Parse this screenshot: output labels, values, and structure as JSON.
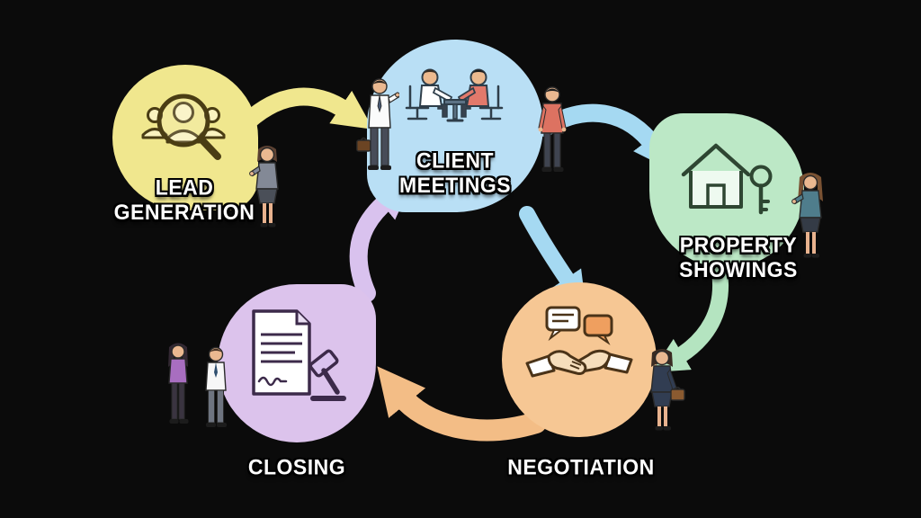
{
  "diagram_type": "real-estate-workflow-cycle",
  "background_color": "#0b0b0b",
  "label_text_color": "#ffffff",
  "nodes": [
    {
      "id": "lead-generation",
      "label": "LEAD\nGENERATION",
      "color": "#f0e78e",
      "icon": "people-search-icon"
    },
    {
      "id": "client-meetings",
      "label": "CLIENT\nMEETINGS",
      "color": "#b9dff5",
      "icon": "meeting-table-icon"
    },
    {
      "id": "property-showings",
      "label": "PROPERTY\nSHOWINGS",
      "color": "#bce8c6",
      "icon": "house-key-icon"
    },
    {
      "id": "negotiation",
      "label": "NEGOTIATION",
      "color": "#f6c794",
      "icon": "handshake-chat-icon"
    },
    {
      "id": "closing",
      "label": "CLOSING",
      "color": "#dcc3ec",
      "icon": "document-gavel-icon"
    }
  ],
  "arrows": [
    {
      "from": "lead-generation",
      "to": "client-meetings",
      "color": "#f0e78e"
    },
    {
      "from": "client-meetings",
      "to": "property-showings",
      "color": "#a5d9f2"
    },
    {
      "from": "client-meetings",
      "to": "negotiation",
      "color": "#a5d9f2"
    },
    {
      "from": "property-showings",
      "to": "negotiation",
      "color": "#b4e4c0"
    },
    {
      "from": "negotiation",
      "to": "closing",
      "color": "#f3bd86"
    },
    {
      "from": "closing",
      "to": "client-meetings",
      "color": "#d9c2ee"
    }
  ],
  "figures": [
    "businesswoman-beside-lead-generation",
    "businessman-with-briefcase-left-of-client-meetings",
    "man-in-red-shirt-right-of-client-meetings",
    "businesswoman-beside-property-showings",
    "businesswoman-with-briefcase-beside-negotiation",
    "business-couple-beside-closing"
  ]
}
